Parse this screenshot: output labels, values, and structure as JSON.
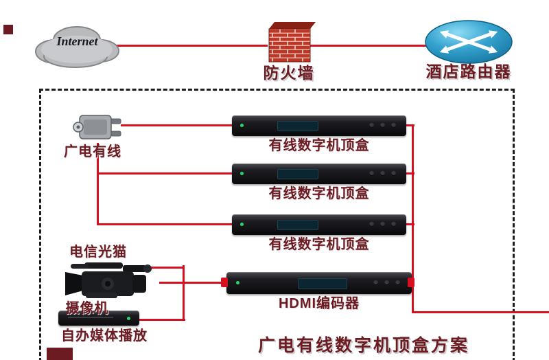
{
  "wan": {
    "internet_label": "Internet",
    "firewall_label": "防火墙",
    "router_label": "酒店路由器"
  },
  "lan": {
    "cable_label": "广电有线",
    "stb_labels": [
      "有线数字机顶盒",
      "有线数字机顶盒",
      "有线数字机顶盒"
    ],
    "modem_label": "电信光猫",
    "camera_label": "摄像机",
    "media_label": "自办媒体播放",
    "encoder_label": "HDMI编码器"
  },
  "title": "广电有线数字机顶盒方案",
  "colors": {
    "line_red": "#d61020",
    "label_red": "#6d1b22",
    "router_blue": "#2e9cc9",
    "brick_red": "#c23424",
    "cloud_gray": "#b9babc"
  }
}
